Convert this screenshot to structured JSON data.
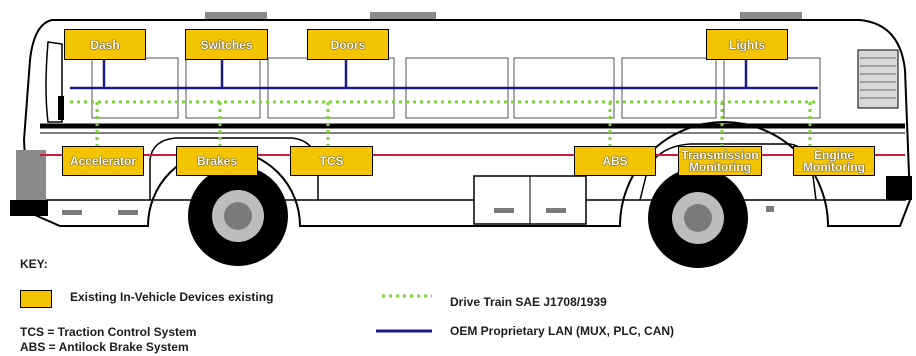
{
  "colors": {
    "device_fill": "#f5c400",
    "drive_train_line": "#7ad43a",
    "oem_lan_line": "#1a1a8c",
    "power_line": "#d01a3c"
  },
  "devices": {
    "dash": "Dash",
    "switches": "Switches",
    "doors": "Doors",
    "lights": "Lights",
    "accelerator": "Accelerator",
    "brakes": "Brakes",
    "tcs": "TCS",
    "abs": "ABS",
    "transmission": "Transmission Monitoring",
    "engine": "Engine Monitoring"
  },
  "key": {
    "title": "KEY:",
    "existing_devices": "Existing In-Vehicle Devices existing",
    "drive_train": "Drive Train SAE J1708/1939",
    "oem_lan": "OEM Proprietary LAN (MUX, PLC, CAN)",
    "tcs_def": "TCS  = Traction Control System",
    "abs_def": "ABS  = Antilock Brake System"
  }
}
